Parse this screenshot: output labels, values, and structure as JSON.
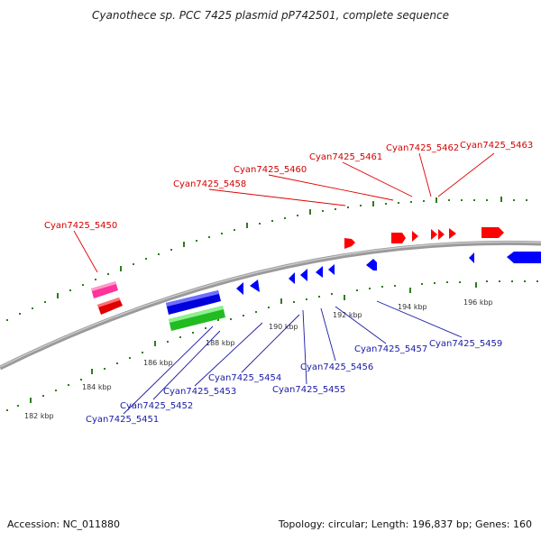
{
  "title": "Cyanothece sp. PCC 7425 plasmid pP742501, complete sequence",
  "footer": {
    "accession": "Accession: NC_011880",
    "summary": "Topology: circular; Length: 196,837 bp; Genes: 160"
  },
  "colors": {
    "forward_label": "#d40000",
    "reverse_label": "#1a1aa6",
    "forward_gene": "#ff0000",
    "reverse_gene": "#0000ff",
    "rna_gene": "#ff3399",
    "other_gene": "#33cc33",
    "tick": "#2e7d1e",
    "backbone": "#8a8a8a"
  },
  "scale_labels": [
    "182 kbp",
    "184 kbp",
    "186 kbp",
    "188 kbp",
    "190 kbp",
    "192 kbp",
    "194 kbp",
    "196 kbp"
  ],
  "forward_labels": [
    "Cyan7425_5450",
    "Cyan7425_5458",
    "Cyan7425_5460",
    "Cyan7425_5461",
    "Cyan7425_5462",
    "Cyan7425_5463"
  ],
  "reverse_labels": [
    "Cyan7425_5451",
    "Cyan7425_5452",
    "Cyan7425_5453",
    "Cyan7425_5454",
    "Cyan7425_5455",
    "Cyan7425_5456",
    "Cyan7425_5457",
    "Cyan7425_5459"
  ]
}
